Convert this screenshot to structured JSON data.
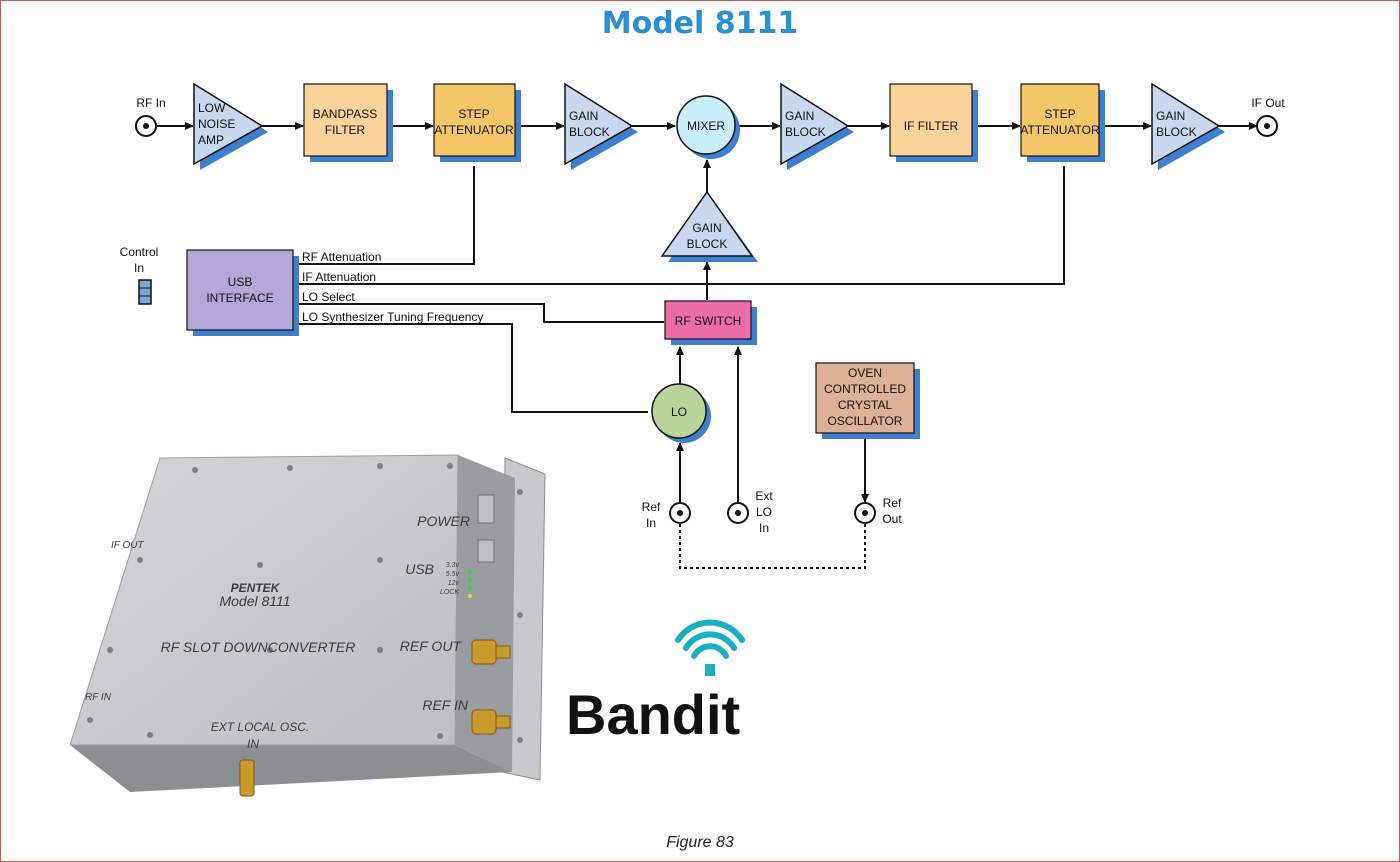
{
  "title": "Model 8111",
  "caption": "Figure 83",
  "colors": {
    "title": "#2b8fd4",
    "amp": "#c8d8ef",
    "shadow": "#3e7fd0",
    "filter": "#fbd39a",
    "attenuator": "#f3c768",
    "mixer": "#c9eefb",
    "usb": "#b4a6d6",
    "rf_switch": "#ec6ea8",
    "lo": "#b7d59a",
    "ocxo": "#dcb196"
  },
  "diagram": {
    "rf_in": "RF In",
    "if_out": "IF Out",
    "control_in": [
      "Control",
      "In"
    ],
    "lna": [
      "LOW",
      "NOISE",
      "AMP"
    ],
    "bandpass": [
      "BANDPASS",
      "FILTER"
    ],
    "step_att": [
      "STEP",
      "ATTENUATOR"
    ],
    "gain_block": [
      "GAIN",
      "BLOCK"
    ],
    "mixer": "MIXER",
    "if_filter": "IF FILTER",
    "usb": [
      "USB",
      "INTERFACE"
    ],
    "rf_switch": "RF SWITCH",
    "lo": "LO",
    "ocxo": [
      "OVEN",
      "CONTROLLED",
      "CRYSTAL",
      "OSCILLATOR"
    ],
    "ref_in": [
      "Ref",
      "In"
    ],
    "ext_lo_in": [
      "Ext",
      "LO",
      "In"
    ],
    "ref_out": [
      "Ref",
      "Out"
    ],
    "signals": {
      "rf_att": "RF Attenuation",
      "if_att": "IF Attenuation",
      "lo_select": "LO Select",
      "lo_tuning": "LO Synthesizer Tuning Frequency"
    }
  },
  "device": {
    "brand": "PENTEK",
    "model": "Model 8111",
    "name": "RF SLOT DOWNCONVERTER",
    "if_out": "IF OUT",
    "rf_in": "RF IN",
    "ext_osc": [
      "EXT LOCAL OSC.",
      "IN"
    ],
    "power": "POWER",
    "usb": "USB",
    "ref_out": "REF OUT",
    "ref_in": "REF IN",
    "leds": [
      "3.3v",
      "5.5v",
      "12v",
      "LOCK"
    ]
  },
  "logo": {
    "text": "Bandit"
  }
}
